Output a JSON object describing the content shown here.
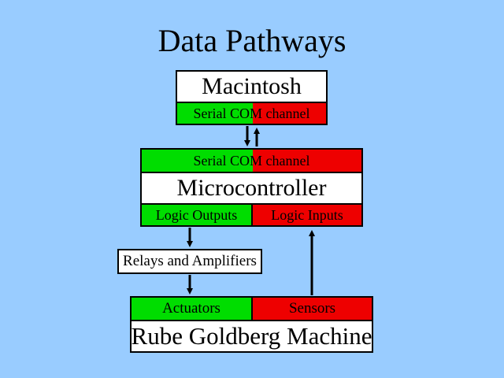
{
  "title": "Data Pathways",
  "macintosh": {
    "label": "Macintosh",
    "channel": "Serial COM channel"
  },
  "microcontroller": {
    "channel": "Serial COM channel",
    "label": "Microcontroller",
    "outputs": "Logic Outputs",
    "inputs": "Logic Inputs"
  },
  "relays": {
    "label": "Relays and Amplifiers"
  },
  "machine": {
    "actuators": "Actuators",
    "sensors": "Sensors",
    "label": "Rube Goldberg Machine"
  },
  "colors": {
    "background": "#99ccff",
    "output_green": "#00dd00",
    "input_red": "#ee0000"
  }
}
